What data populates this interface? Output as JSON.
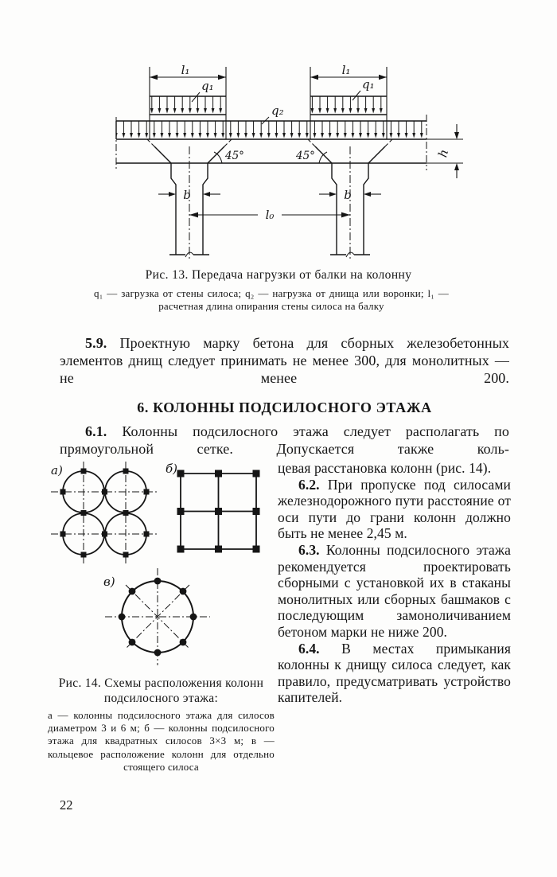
{
  "page": {
    "number": "22"
  },
  "fig13": {
    "labels": {
      "l1": "l₁",
      "q1": "q₁",
      "q2": "q₂",
      "b": "b",
      "l0": "l₀",
      "h": "h",
      "angle": "45°"
    },
    "caption": "Рис. 13. Передача нагрузки от балки на колонну",
    "legend": "q₁ — загрузка от стены силоса; q₂ — нагрузка от днища или воронки; l₁ — расчетная длина опирания стены силоса на балку"
  },
  "para59": {
    "num": "5.9.",
    "text": "Проектную марку бетона для сборных железобетонных элементов днищ следует принимать не менее 300, для монолитных — не менее 200."
  },
  "section6": {
    "heading": "6. КОЛОННЫ ПОДСИЛОСНОГО ЭТАЖА",
    "p61": {
      "num": "6.1.",
      "intro": "Колонны подсилосного этажа следует располагать по прямоугольной сетке. Допускается также коль-",
      "cont": "цевая расстановка колонн (рис. 14)."
    },
    "p62": {
      "num": "6.2.",
      "text": "При пропуске под силосами железнодорожного пути расстояние от оси пути до грани колонн должно быть не менее 2,45 м."
    },
    "p63": {
      "num": "6.3.",
      "text": "Колонны подсилосного этажа рекомендуется проектировать сборными с установкой их в стаканы монолитных или сборных башмаков с последующим замоноличиванием бетоном марки не ниже 200."
    },
    "p64": {
      "num": "6.4.",
      "text": "В местах примыкания колонны к днищу силоса следует, как правило, предусматривать устройство капителей."
    }
  },
  "fig14": {
    "labels": {
      "a": "а)",
      "b": "б)",
      "v": "в)"
    },
    "caption": "Рис. 14. Схемы расположения колонн подсилосного этажа:",
    "legend": "а — колонны подсилосного этажа для силосов диаметром 3 и 6 м; б — колонны подсилосного этажа для квадратных силосов 3×3 м; в — кольцевое расположение колонн для отдельно стоящего силоса"
  }
}
